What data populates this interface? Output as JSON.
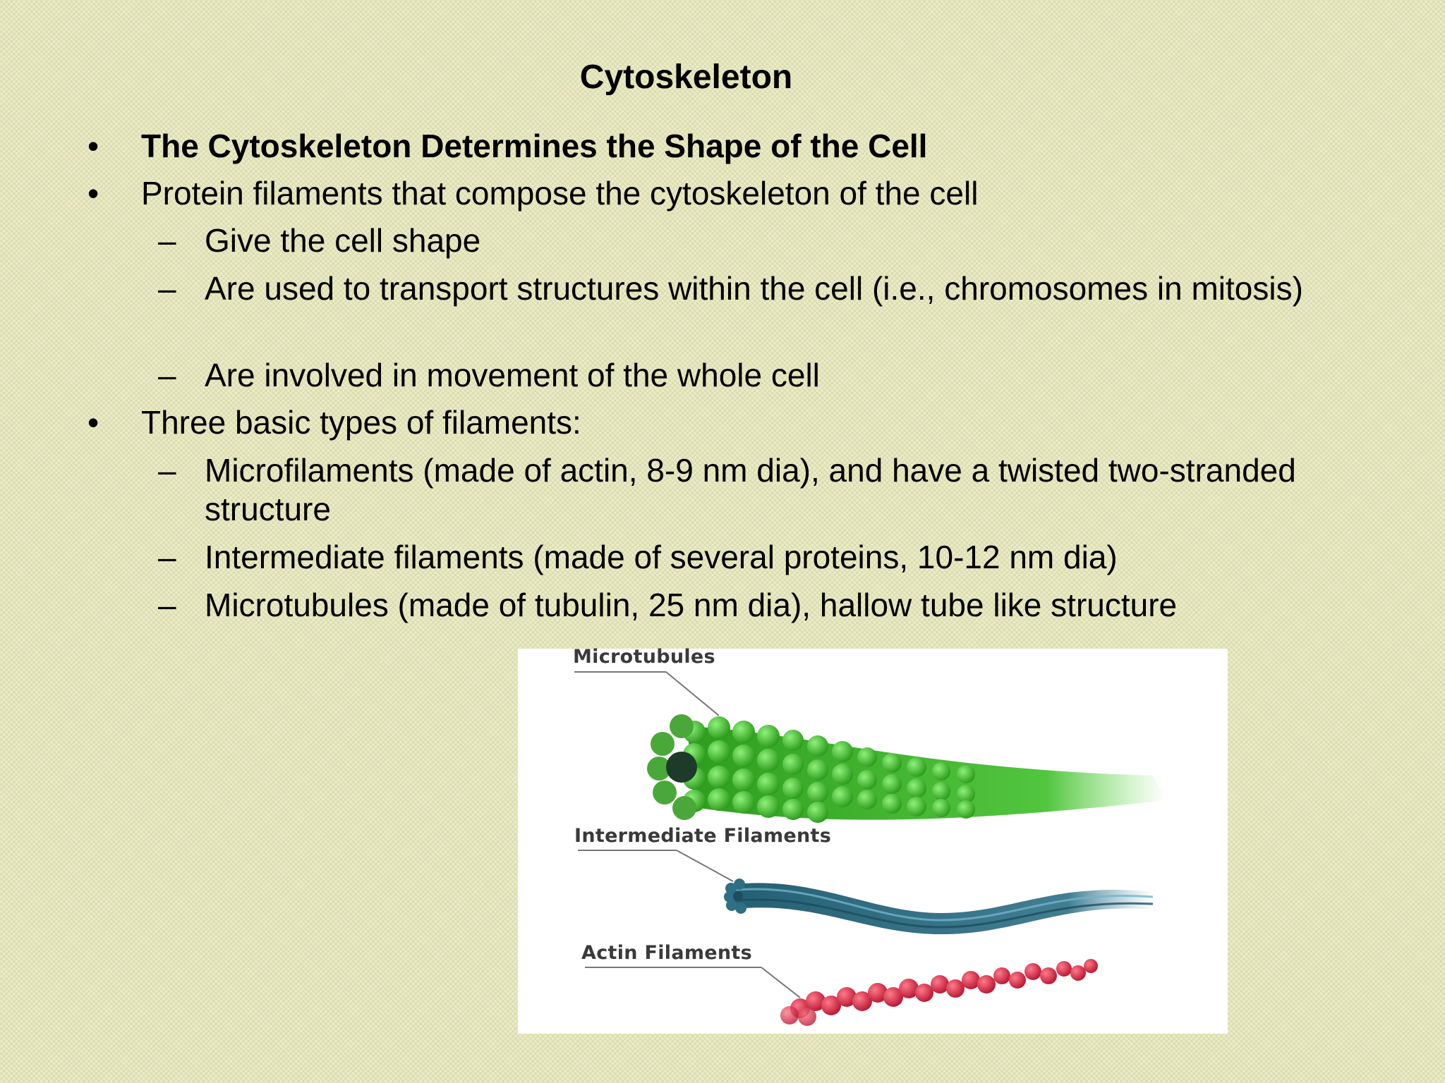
{
  "slide": {
    "title": "Cytoskeleton",
    "bullets": [
      {
        "level": 1,
        "marker": "•",
        "text": "The Cytoskeleton Determines the Shape of the Cell",
        "bold": true
      },
      {
        "level": 1,
        "marker": "•",
        "text": "Protein filaments that compose the cytoskeleton  of the cell"
      },
      {
        "level": 2,
        "marker": "–",
        "text": "Give the cell shape"
      },
      {
        "level": 2,
        "marker": "–",
        "text": "Are used to transport structures within the cell (i.e., chromosomes in mitosis)"
      },
      {
        "level": 2,
        "marker": "–",
        "text": "Are involved in movement of the whole cell"
      },
      {
        "level": 1,
        "marker": "•",
        "text": "Three basic types of filaments:"
      },
      {
        "level": 2,
        "marker": "–",
        "text": "Microfilaments (made of actin, 8-9 nm dia), and have a twisted two-stranded structure"
      },
      {
        "level": 2,
        "marker": "–",
        "text": "Intermediate filaments (made of several proteins, 10-12 nm dia)"
      },
      {
        "level": 2,
        "marker": "–",
        "text": "Microtubules (made of tubulin, 25 nm dia), hallow tube like structure"
      }
    ]
  },
  "figure": {
    "labels": {
      "microtubules": "Microtubules",
      "intermediate": "Intermediate Filaments",
      "actin": "Actin Filaments"
    },
    "colors": {
      "microtubule": "#3fbf2a",
      "intermediate": "#2e6f86",
      "actin": "#d8283f",
      "background": "#ecedc6"
    }
  }
}
